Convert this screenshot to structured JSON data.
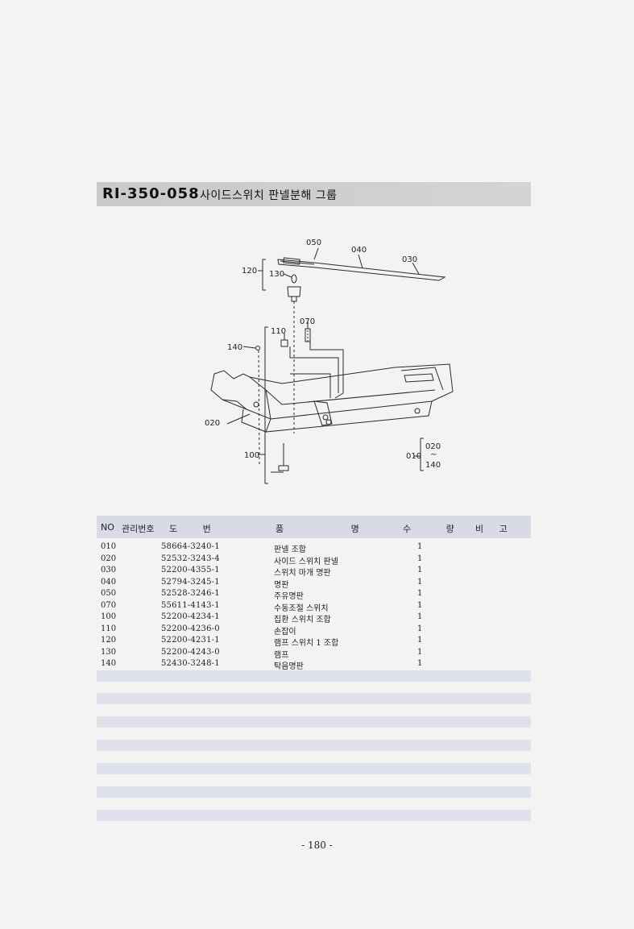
{
  "header": {
    "code": "RI-350-058",
    "title": "사이드스위치 판넬분해 그룹"
  },
  "diagram": {
    "labels": {
      "l050": "050",
      "l040": "040",
      "l030": "030",
      "l120": "120",
      "l130": "130",
      "l070": "070",
      "l110": "110",
      "l140": "140",
      "l020": "020",
      "l100": "100",
      "l010": "010",
      "l020b": "020",
      "tilde": "~",
      "l140b": "140"
    }
  },
  "table": {
    "headers": {
      "no": "NO",
      "mgmt": "관리번호",
      "drawing": "도 번",
      "name": "품 명",
      "qty": "수 량",
      "note": "비 고"
    },
    "rows": [
      {
        "no": "010",
        "drawing": "58664-3240-1",
        "name": "판넬 조합",
        "qty": "1"
      },
      {
        "no": "020",
        "drawing": "52532-3243-4",
        "name": "사이드 스위치 판넬",
        "qty": "1"
      },
      {
        "no": "030",
        "drawing": "52200-4355-1",
        "name": "스위치 마개 명판",
        "qty": "1"
      },
      {
        "no": "040",
        "drawing": "52794-3245-1",
        "name": "명판",
        "qty": "1"
      },
      {
        "no": "050",
        "drawing": "52528-3246-1",
        "name": "주유명판",
        "qty": "1"
      },
      {
        "no": "070",
        "drawing": "55611-4143-1",
        "name": "수동조절 스위치",
        "qty": "1"
      },
      {
        "no": "100",
        "drawing": "52200-4234-1",
        "name": "집환 스위치 조합",
        "qty": "1"
      },
      {
        "no": "110",
        "drawing": "52200-4236-0",
        "name": "손잡이",
        "qty": "1"
      },
      {
        "no": "120",
        "drawing": "52200-4231-1",
        "name": "램프 스위치 1 조합",
        "qty": "1"
      },
      {
        "no": "130",
        "drawing": "52200-4243-0",
        "name": "램프",
        "qty": "1"
      },
      {
        "no": "140",
        "drawing": "52430-3248-1",
        "name": "탁음명판",
        "qty": "1"
      }
    ]
  },
  "footer": {
    "page": "- 180 -"
  }
}
